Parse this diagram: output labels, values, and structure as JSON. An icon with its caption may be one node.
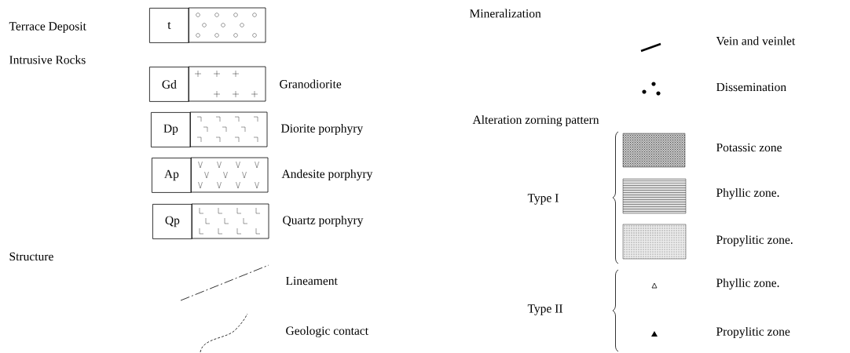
{
  "diagram": {
    "nodes": [
      {
        "text": [
          "t"
        ]
      },
      {
        "text": [
          "Gd"
        ],
        "beside": [
          "Granodiorite"
        ]
      },
      {
        "text": [
          "Dp"
        ],
        "beside": [
          "Diorite porphyry"
        ]
      },
      {
        "text": [
          "Ap"
        ],
        "beside": [
          "Andesite porphyry"
        ]
      },
      {
        "text": [
          "Qp"
        ],
        "beside": [
          "Quartz porphyry"
        ]
      }
    ],
    "labels": [
      "Terrace Deposit",
      "Intrusive Rocks",
      "Structure",
      "Mineralization",
      "Alteration zorning pattern",
      "Type I",
      "Type II"
    ],
    "legend": [
      {
        "text": "Lineament"
      },
      {
        "text": "Geologic contact"
      },
      {
        "text": "Vein and veinlet"
      },
      {
        "text": "Dissemination"
      },
      {
        "text": "Potassic zone"
      },
      {
        "text": "Phyllic zone."
      },
      {
        "text": "Propylitic zone."
      },
      {
        "text": "Phyllic zone."
      },
      {
        "text": "Propylitic zone"
      }
    ]
  }
}
